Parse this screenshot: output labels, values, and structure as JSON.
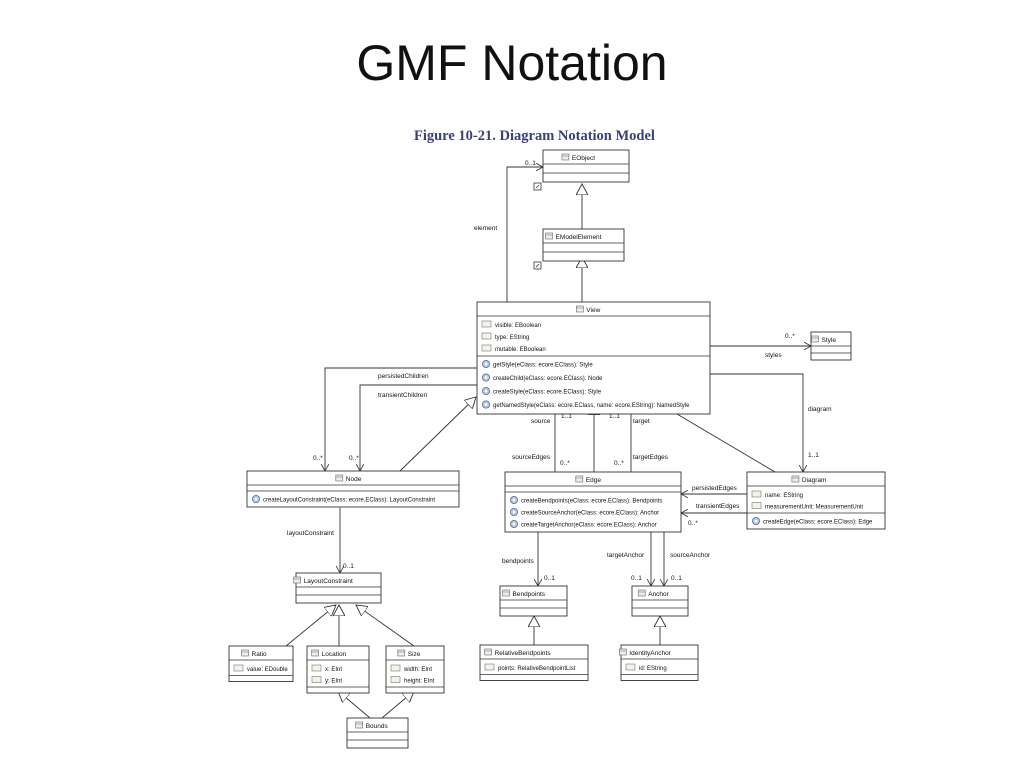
{
  "title": "GMF Notation",
  "figure_caption": "Figure 10-21. Diagram Notation Model",
  "classes": {
    "eobject": {
      "name": "EObject",
      "attributes": [],
      "operations": []
    },
    "emodelelement": {
      "name": "EModelElement",
      "attributes": [],
      "operations": []
    },
    "view": {
      "name": "View",
      "attributes": [
        "visible: EBoolean",
        "type: EString",
        "mutable: EBoolean"
      ],
      "operations": [
        "getStyle(eClass: ecore.EClass): Style",
        "createChild(eClass: ecore.EClass): Node",
        "createStyle(eClass: ecore.EClass): Style",
        "getNamedStyle(eClass: ecore.EClass, name: ecore.EString): NamedStyle"
      ]
    },
    "style": {
      "name": "Style",
      "attributes": [],
      "operations": []
    },
    "node": {
      "name": "Node",
      "attributes": [],
      "operations": [
        "createLayoutConstraint(eClass: ecore.EClass): LayoutConstraint"
      ]
    },
    "edge": {
      "name": "Edge",
      "attributes": [],
      "operations": [
        "createBendpoints(eClass: ecore.EClass): Bendpoints",
        "createSourceAnchor(eClass: ecore.EClass): Anchor",
        "createTargetAnchor(eClass: ecore.EClass): Anchor"
      ]
    },
    "diagram": {
      "name": "Diagram",
      "attributes": [
        "name: EString",
        "measurementUnit: MeasurementUnit"
      ],
      "operations": [
        "createEdge(eClass: ecore.EClass): Edge"
      ]
    },
    "layoutconstraint": {
      "name": "LayoutConstraint",
      "attributes": [],
      "operations": []
    },
    "ratio": {
      "name": "Ratio",
      "attributes": [
        "value: EDouble"
      ],
      "operations": []
    },
    "location": {
      "name": "Location",
      "attributes": [
        "x: EInt",
        "y: EInt"
      ],
      "operations": []
    },
    "size": {
      "name": "Size",
      "attributes": [
        "width: EInt",
        "height: EInt"
      ],
      "operations": []
    },
    "bounds": {
      "name": "Bounds",
      "attributes": [],
      "operations": []
    },
    "bendpoints": {
      "name": "Bendpoints",
      "attributes": [],
      "operations": []
    },
    "relativebendpoints": {
      "name": "RelativeBendpoints",
      "attributes": [
        "points: RelativeBendpointList"
      ],
      "operations": []
    },
    "anchor": {
      "name": "Anchor",
      "attributes": [],
      "operations": []
    },
    "identityanchor": {
      "name": "IdentityAnchor",
      "attributes": [
        "id: EString"
      ],
      "operations": []
    }
  },
  "relation_labels": {
    "element": "element",
    "element_mult": "0..1",
    "styles": "styles",
    "styles_mult": "0..*",
    "persisted_children": "persistedChildren",
    "transient_children": "transientChildren",
    "children_mult_1": "0..*",
    "children_mult_2": "0..*",
    "source": "source",
    "source_mult": "1..1",
    "target": "target",
    "target_mult": "1..1",
    "source_edges": "sourceEdges",
    "source_edges_mult": "0..*",
    "target_edges": "targetEdges",
    "target_edges_mult": "0..*",
    "diagram": "diagram",
    "diagram_mult": "1..1",
    "persisted_edges": "persistedEdges",
    "transient_edges": "transientEdges",
    "edges_mult": "0..*",
    "layout_constraint": "layoutConstraint",
    "layout_constraint_mult": "0..1",
    "bendpoints": "bendpoints",
    "bendpoints_mult": "0..1",
    "target_anchor": "targetAnchor",
    "target_anchor_mult": "0..1",
    "source_anchor": "sourceAnchor",
    "source_anchor_mult": "0..1"
  }
}
